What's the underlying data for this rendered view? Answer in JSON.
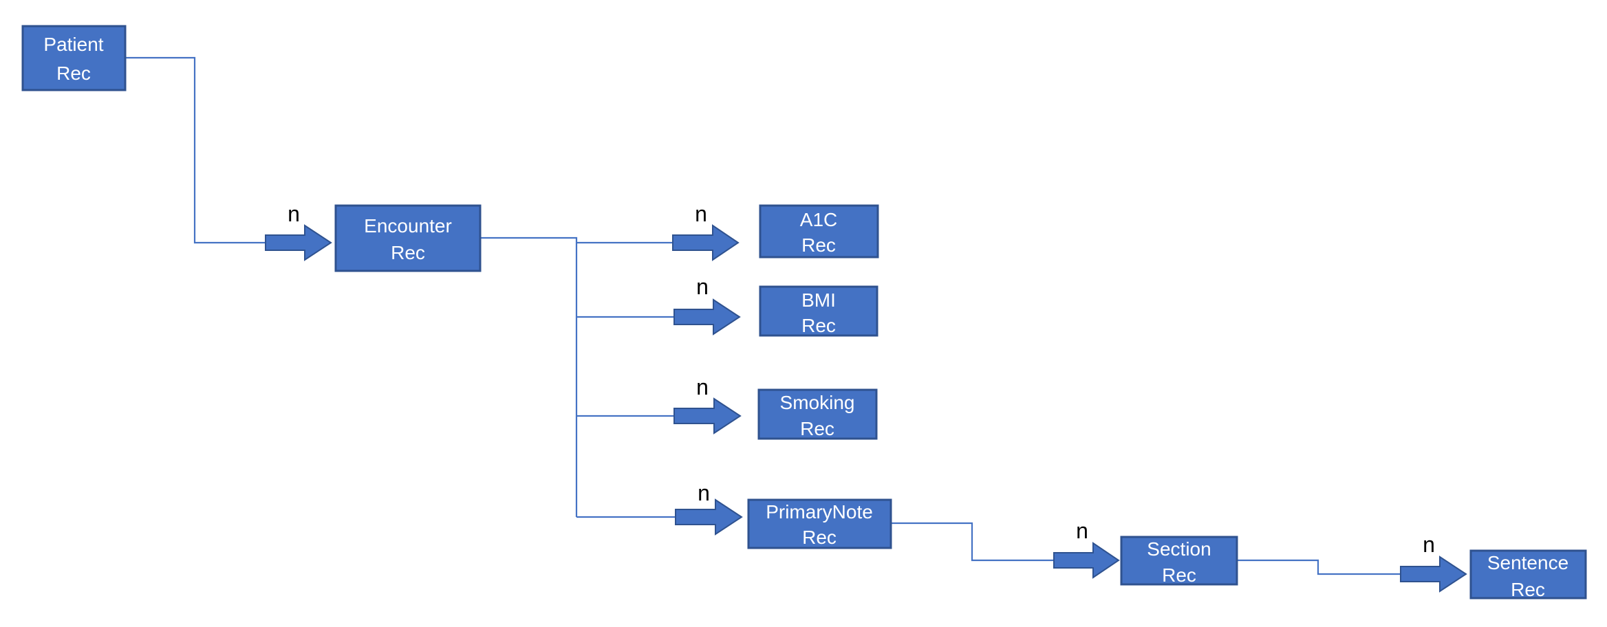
{
  "diagram": {
    "nodes": [
      {
        "id": "patient",
        "lines": [
          "Patient",
          "Rec"
        ]
      },
      {
        "id": "encounter",
        "lines": [
          "Encounter",
          "Rec"
        ]
      },
      {
        "id": "a1c",
        "lines": [
          "A1C",
          "Rec"
        ]
      },
      {
        "id": "bmi",
        "lines": [
          "BMI",
          "Rec"
        ]
      },
      {
        "id": "smoking",
        "lines": [
          "Smoking",
          "Rec"
        ]
      },
      {
        "id": "primarynote",
        "lines": [
          "PrimaryNote",
          "Rec"
        ]
      },
      {
        "id": "section",
        "lines": [
          "Section",
          "Rec"
        ]
      },
      {
        "id": "sentence",
        "lines": [
          "Sentence",
          "Rec"
        ]
      }
    ],
    "edges": [
      {
        "from": "patient",
        "to": "encounter",
        "label": "n"
      },
      {
        "from": "encounter",
        "to": "a1c",
        "label": "n"
      },
      {
        "from": "encounter",
        "to": "bmi",
        "label": "n"
      },
      {
        "from": "encounter",
        "to": "smoking",
        "label": "n"
      },
      {
        "from": "encounter",
        "to": "primarynote",
        "label": "n"
      },
      {
        "from": "primarynote",
        "to": "section",
        "label": "n"
      },
      {
        "from": "section",
        "to": "sentence",
        "label": "n"
      }
    ],
    "colors": {
      "box_fill": "#4472c4",
      "box_border": "#2f528f",
      "box_text": "#ffffff",
      "connector": "#4472c4",
      "label_text": "#000000"
    }
  }
}
